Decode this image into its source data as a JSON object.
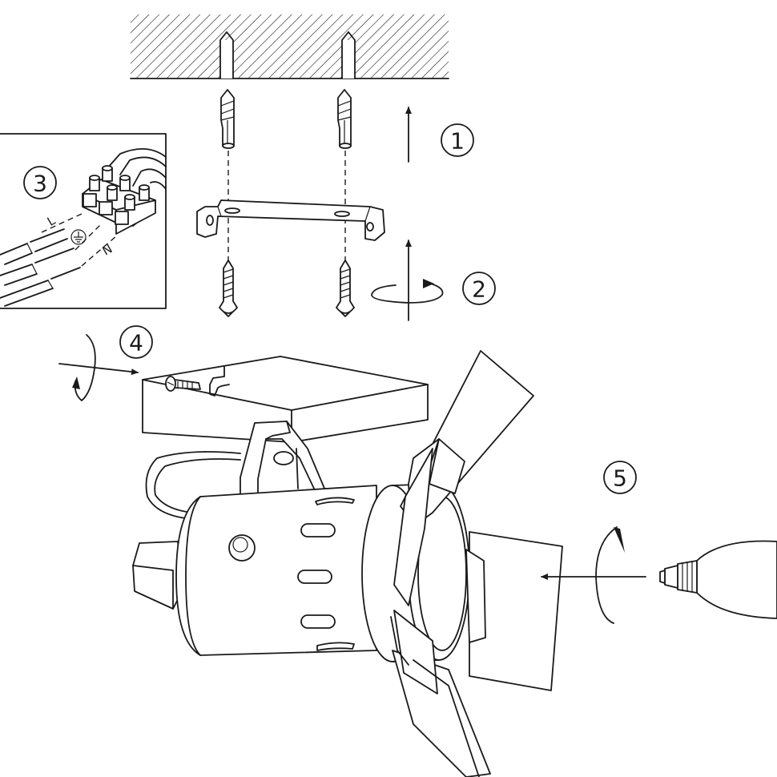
{
  "steps": [
    {
      "number": "1"
    },
    {
      "number": "2"
    },
    {
      "number": "3"
    },
    {
      "number": "4"
    },
    {
      "number": "5"
    }
  ],
  "wiring": {
    "live_label": "L",
    "neutral_label": "N"
  },
  "colors": {
    "line": "#1a1a1a",
    "background": "#ffffff"
  },
  "icons": [
    "ground-symbol-icon",
    "rotate-arrow-icon",
    "direction-arrow-icon"
  ]
}
